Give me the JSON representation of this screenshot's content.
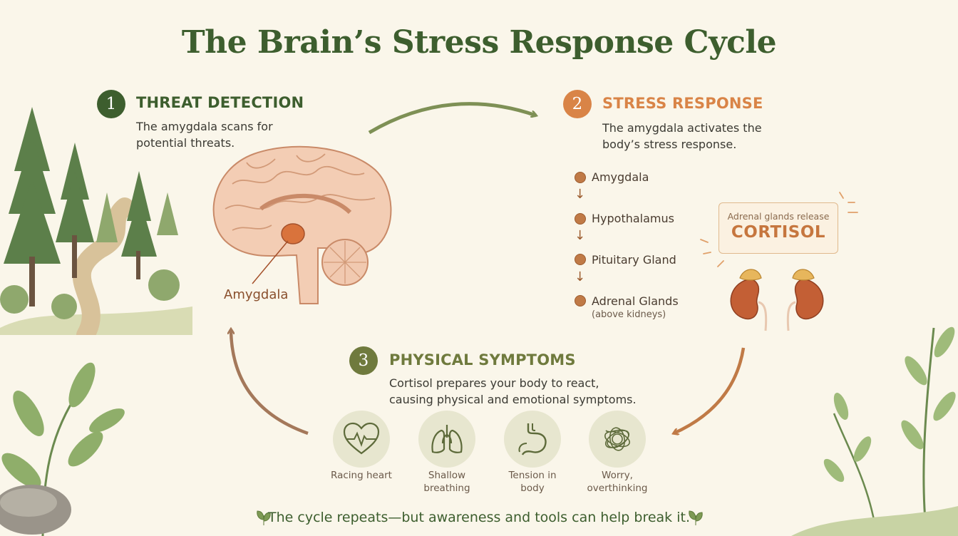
{
  "title": "The Brain’s Stress Response Cycle",
  "colors": {
    "green": "#3d5e2e",
    "orange": "#d98447",
    "olive": "#6f7a3d",
    "background": "#faf6ea"
  },
  "steps": [
    {
      "number": "1",
      "title": "THREAT DETECTION",
      "description_lines": [
        "The amygdala scans for",
        "potential threats."
      ]
    },
    {
      "number": "2",
      "title": "STRESS RESPONSE",
      "description_lines": [
        "The amygdala activates the",
        "body’s stress response."
      ]
    },
    {
      "number": "3",
      "title": "PHYSICAL SYMPTOMS",
      "description_lines": [
        "Cortisol prepares your body to react,",
        "causing physical and emotional symptoms."
      ]
    }
  ],
  "brain_label": "Amygdala",
  "chain": [
    {
      "label": "Amygdala",
      "sub": ""
    },
    {
      "label": "Hypothalamus",
      "sub": ""
    },
    {
      "label": "Pituitary Gland",
      "sub": ""
    },
    {
      "label": "Adrenal Glands",
      "sub": "(above kidneys)"
    }
  ],
  "cortisol": {
    "caption": "Adrenal glands release",
    "hormone": "CORTISOL"
  },
  "symptoms": [
    {
      "icon": "heart-icon",
      "line1": "Racing heart",
      "line2": ""
    },
    {
      "icon": "lungs-icon",
      "line1": "Shallow",
      "line2": "breathing"
    },
    {
      "icon": "stomach-icon",
      "line1": "Tension in",
      "line2": "body"
    },
    {
      "icon": "tangle-icon",
      "line1": "Worry,",
      "line2": "overthinking"
    }
  ],
  "footer": "The cycle repeats—but awareness and tools can help break it."
}
